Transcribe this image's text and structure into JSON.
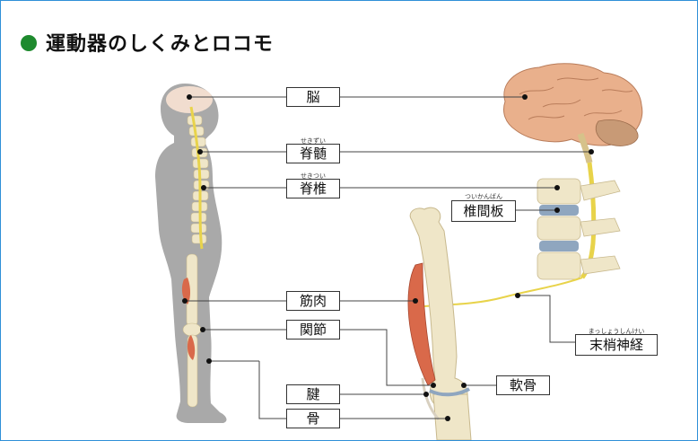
{
  "title": "運動器のしくみとロコモ",
  "labels": {
    "brain": "脳",
    "spinal_cord": "脊髄",
    "spinal_cord_reading": "せきずい",
    "spine": "脊椎",
    "spine_reading": "せきつい",
    "disc": "椎間板",
    "disc_reading": "ついかんばん",
    "muscle": "筋肉",
    "joint": "関節",
    "cartilage": "軟骨",
    "tendon": "腱",
    "bone": "骨",
    "nerve": "末梢神経",
    "nerve_reading": "まっしょうしんけい"
  },
  "colors": {
    "accent_dot": "#1e8a2e",
    "frame": "#2f8fd8",
    "bone": "#e9dcb8",
    "brain": "#e9b08c",
    "muscle": "#d9694a",
    "nerve": "#e8d34a",
    "disc": "#8fa6bf"
  }
}
